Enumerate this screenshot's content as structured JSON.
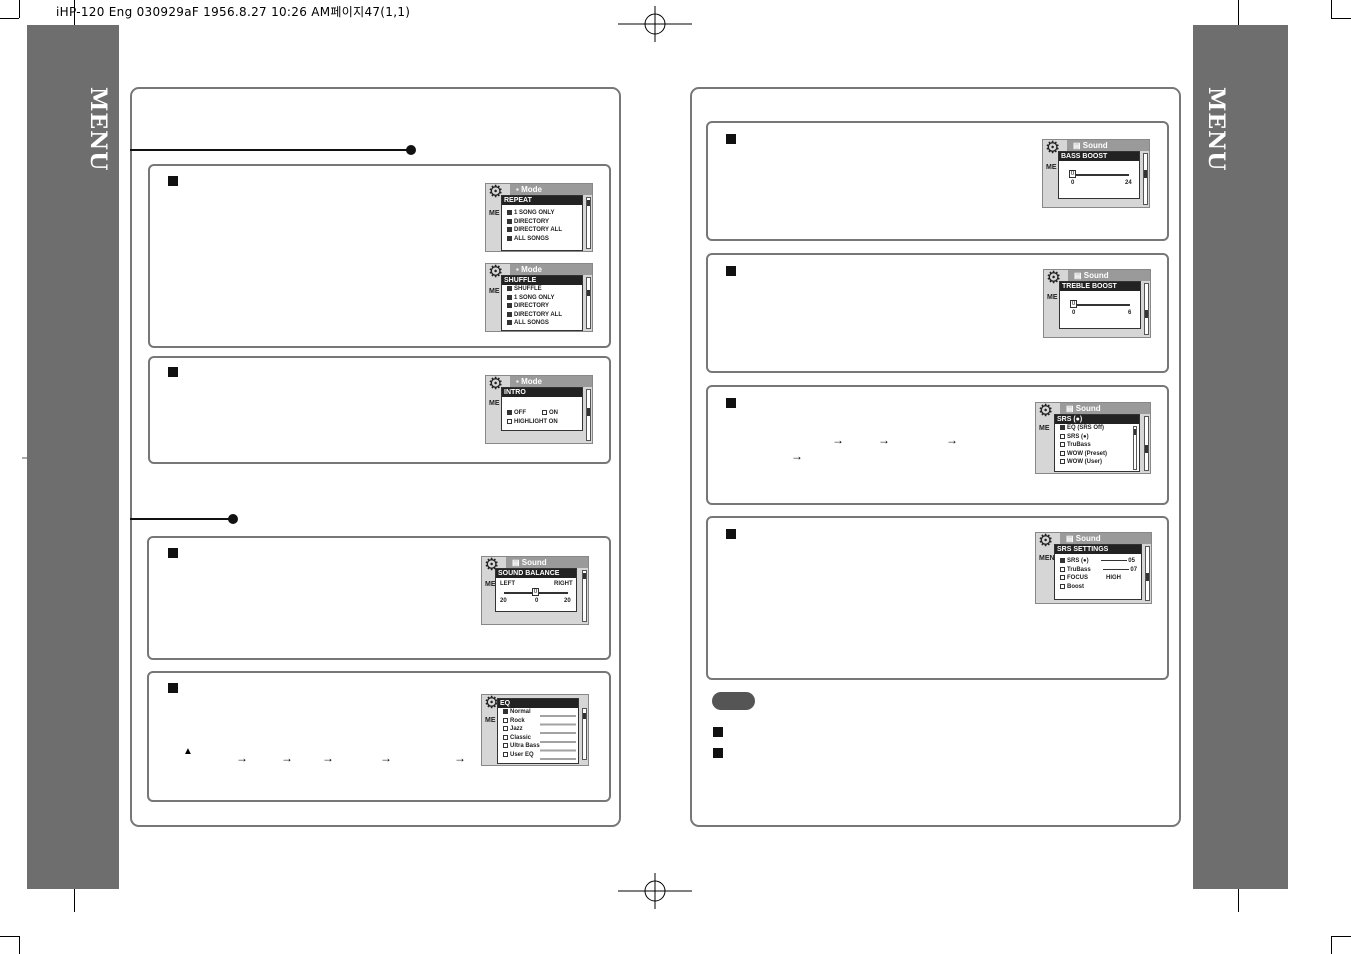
{
  "print_header": "iHP-120 Eng 030929aF  1956.8.27 10:26 AM페이지47(1,1)",
  "side_tab": "MENU",
  "lcd": {
    "mode_label": "Mode",
    "sound_label": "Sound",
    "menu_fragment": "ME",
    "menu_fragment_long": "MEN",
    "repeat": {
      "title": "REPEAT",
      "items": [
        "1 SONG ONLY",
        "DIRECTORY",
        "DIRECTORY ALL",
        "ALL SONGS"
      ]
    },
    "shuffle": {
      "title": "SHUFFLE",
      "items": [
        "SHUFFLE",
        "1 SONG ONLY",
        "DIRECTORY",
        "DIRECTORY ALL",
        "ALL SONGS"
      ]
    },
    "intro": {
      "title": "INTRO",
      "off": "OFF",
      "on": "ON",
      "highlight_on": "HIGHLIGHT ON"
    },
    "sound_balance": {
      "title": "SOUND BALANCE",
      "left": "LEFT",
      "right": "RIGHT",
      "min": "20",
      "center": "0",
      "max": "20",
      "value": "0"
    },
    "eq": {
      "title": "EQ",
      "items": [
        "Normal",
        "Rock",
        "Jazz",
        "Classic",
        "Ultra Bass",
        "User EQ"
      ]
    },
    "bass_boost": {
      "title": "BASS BOOST",
      "value": "0",
      "min": "0",
      "max": "24"
    },
    "treble_boost": {
      "title": "TREBLE BOOST",
      "value": "0",
      "min": "0",
      "max": "6"
    },
    "srs": {
      "title": "SRS (●)",
      "items": [
        "EQ (SRS Off)",
        "SRS (●)",
        "TruBass",
        "WOW (Preset)",
        "WOW (User)"
      ]
    },
    "srs_settings": {
      "title": "SRS SETTINGS",
      "rows": [
        {
          "label": "SRS (●)",
          "value": "05"
        },
        {
          "label": "TruBass",
          "value": "07"
        },
        {
          "label": "FOCUS",
          "value": "HIGH"
        },
        {
          "label": "Boost",
          "value": ""
        }
      ]
    }
  }
}
